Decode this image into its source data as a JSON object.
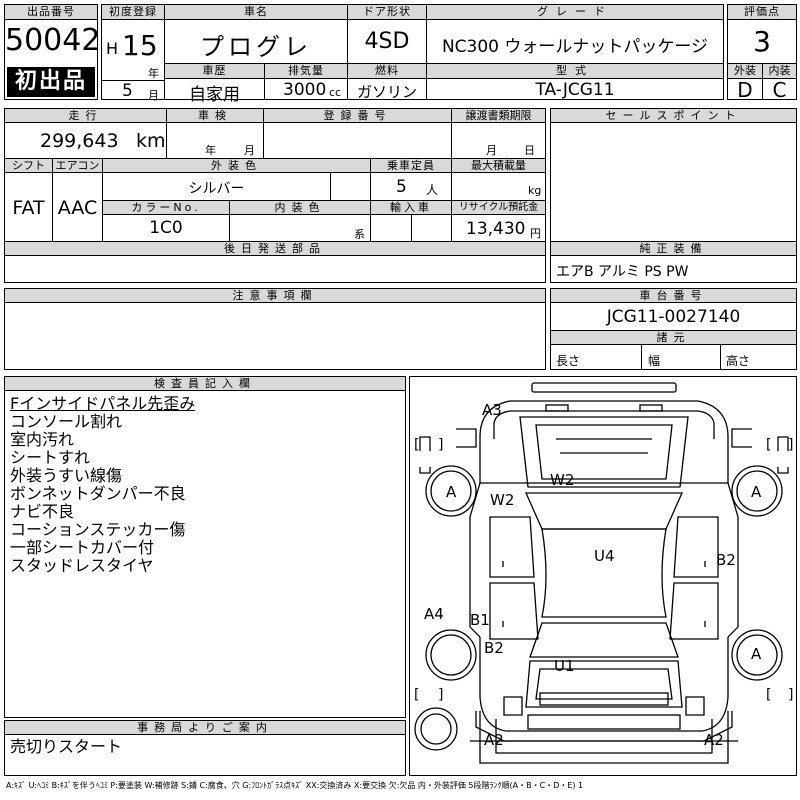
{
  "header": {
    "lot_label": "出品番号",
    "lot_number": "50042",
    "first_listing": "初出品",
    "first_reg_label": "初度登録",
    "era": "H",
    "year": "15",
    "year_unit": "年",
    "month": "5",
    "month_unit": "月",
    "car_name_label": "車名",
    "car_name": "プログレ",
    "door_label": "ドア形状",
    "door": "4SD",
    "grade_label": "グレード",
    "grade": "NC300 ウォールナットパッケージ",
    "score_label": "評価点",
    "score": "3",
    "history_label": "車歴",
    "history": "自家用",
    "displacement_label": "排気量",
    "displacement": "3000",
    "displacement_unit": "cc",
    "fuel_label": "燃料",
    "fuel": "ガソリン",
    "model_label": "型式",
    "model": "TA-JCG11",
    "exterior_label": "外装",
    "exterior": "D",
    "interior_label": "内装",
    "interior": "C"
  },
  "specs": {
    "mileage_label": "走行",
    "mileage": "299,643",
    "mileage_unit": "km",
    "inspection_label": "車検",
    "inspection_year_unit": "年",
    "inspection_month_unit": "月",
    "registration_label": "登録番号",
    "transfer_docs_label": "譲渡書類期限",
    "transfer_month_unit": "月",
    "transfer_day_unit": "日",
    "shift_label": "シフト",
    "shift": "FAT",
    "aircon_label": "エアコン",
    "aircon": "AAC",
    "ext_color_label": "外装色",
    "ext_color": "シルバー",
    "capacity_label": "乗車定員",
    "capacity": "5",
    "capacity_unit": "人",
    "max_load_label": "最大積載量",
    "max_load_unit": "kg",
    "color_no_label": "カラーNo.",
    "color_no": "1C0",
    "int_color_label": "内装色",
    "int_color_unit": "系",
    "import_label": "輸入車",
    "recycle_label": "リサイクル預託金",
    "recycle": "13,430",
    "recycle_unit": "円",
    "later_parts_label": "後日発送部品"
  },
  "sales_points": {
    "label": "セールスポイント",
    "equipment_label": "純正装備",
    "equipment": "エアB アルミ PS PW"
  },
  "notes": {
    "label": "注意事項欄"
  },
  "chassis": {
    "label": "車台番号",
    "number": "JCG11-0027140",
    "dims_label": "諸元",
    "length_label": "長さ",
    "width_label": "幅",
    "height_label": "高さ"
  },
  "inspector": {
    "label": "検査員記入欄",
    "lines": [
      "Fインサイドパネル先歪み",
      "コンソール割れ",
      "室内汚れ",
      "シートすれ",
      "外装うすい線傷",
      "ボンネットダンパー不良",
      "ナビ不良",
      "コーションステッカー傷",
      "一部シートカバー付",
      "スタッドレスタイヤ"
    ]
  },
  "office": {
    "label": "事務局よりご案内",
    "text": "売切りスタート"
  },
  "diagram": {
    "marks": [
      "A3",
      "W2",
      "W2",
      "A",
      "A",
      "U4",
      "B2",
      "A4",
      "B1",
      "B2",
      "A",
      "U1",
      "A2",
      "A2"
    ]
  },
  "legend": "A:ｷｽﾞ U:ﾍｺﾐ B:ｷｽﾞを伴うﾍｺﾐ P:要塗装 W:補修跡 S:錆 C:腐食、穴 G:ﾌﾛﾝﾄｶﾞﾗｽ点ｷｽﾞ XX:交換済み X:要交換 欠:欠品 内・外装評価 5段階ﾗﾝｸ順(A・B・C・D・E) 1"
}
